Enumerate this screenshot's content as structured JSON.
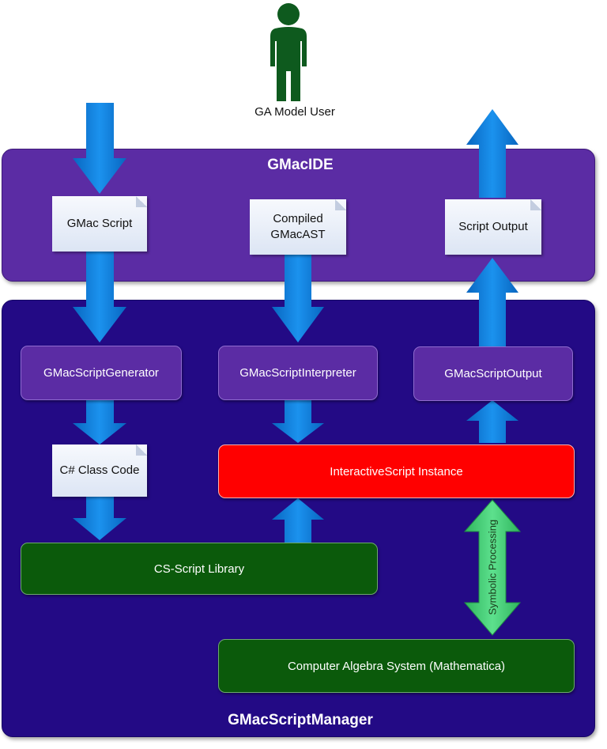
{
  "user": {
    "label": "GA Model User"
  },
  "ide": {
    "title": "GMacIDE",
    "docs": {
      "script": "GMac Script",
      "compiled_line1": "Compiled",
      "compiled_line2": "GMacAST",
      "output": "Script Output"
    }
  },
  "manager": {
    "title": "GMacScriptManager",
    "components": {
      "generator": "GMacScriptGenerator",
      "interpreter": "GMacScriptInterpreter",
      "output": "GMacScriptOutput",
      "class_code": "C# Class Code",
      "instance": "InteractiveScript Instance",
      "cs_script": "CS-Script Library",
      "cas": "Computer Algebra System (Mathematica)"
    },
    "symbolic_label": "Symbolic Processing"
  },
  "colors": {
    "ide_panel": "#5b2ca4",
    "manager_panel": "#230a85",
    "flow_arrow": "#0a7ed8",
    "instance": "#ff0000",
    "green_box": "#0b5a0b",
    "symbolic_arrow": "#3fcf72"
  }
}
